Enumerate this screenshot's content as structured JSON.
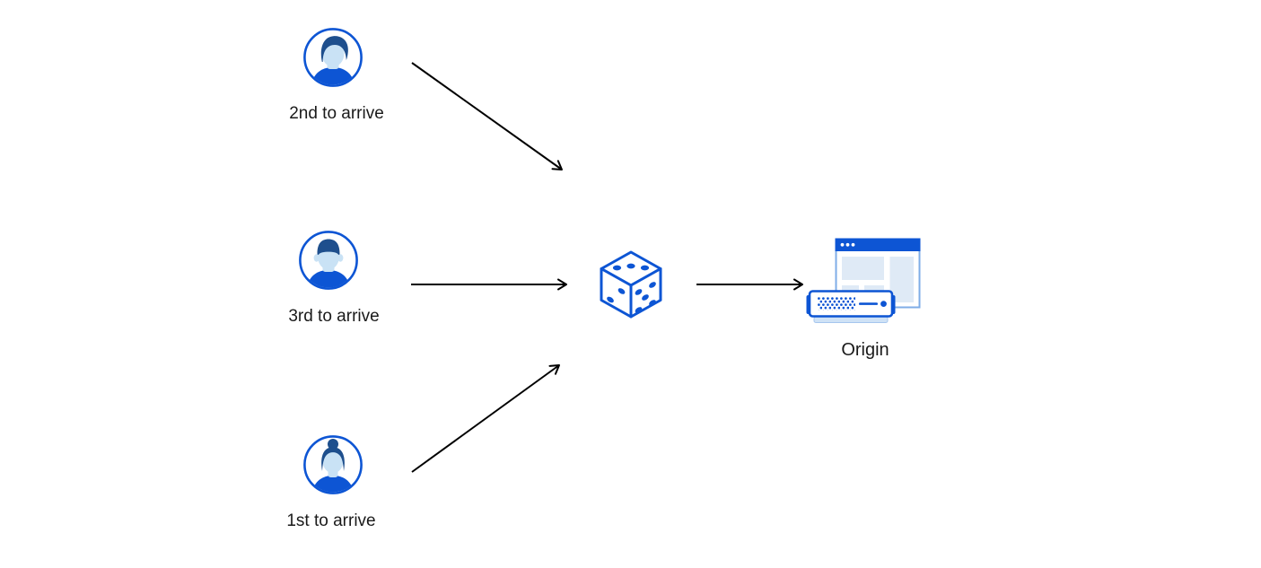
{
  "canvas": {
    "background": "#ffffff"
  },
  "colors": {
    "canvas_bg": "#ffffff",
    "accent_blue": "#0d55d4",
    "hair_navy": "#1e4f8d",
    "face_blue": "#c9e2f5",
    "panel_blue": "#dfeaf6",
    "browser_border": "#7fade7",
    "server_base": "#cfe2f6",
    "arrow_black": "#000000",
    "label_color": "#1a1a1a"
  },
  "nodes": {
    "users": [
      {
        "id": "user-2nd",
        "label": "2nd to arrive",
        "icon": "man-avatar-icon"
      },
      {
        "id": "user-3rd",
        "label": "3rd to arrive",
        "icon": "man-flat-top-avatar-icon"
      },
      {
        "id": "user-1st",
        "label": "1st to arrive",
        "icon": "woman-avatar-icon"
      }
    ],
    "router": {
      "icon": "dice-icon"
    },
    "origin": {
      "label": "Origin",
      "icon": "origin-server-icon"
    }
  },
  "connections": [
    {
      "from": "user-2nd",
      "to": "dice"
    },
    {
      "from": "user-3rd",
      "to": "dice"
    },
    {
      "from": "user-1st",
      "to": "dice"
    },
    {
      "from": "dice",
      "to": "origin"
    }
  ]
}
